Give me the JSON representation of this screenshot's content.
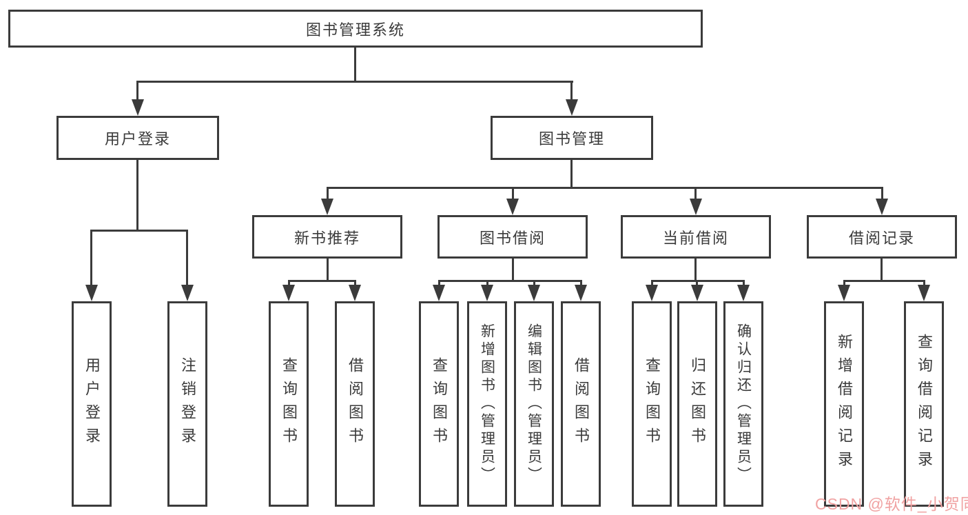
{
  "tree": {
    "label": "图书管理系统",
    "children": [
      {
        "label": "用户登录",
        "children": [
          {
            "label": "用户登录"
          },
          {
            "label": "注销登录"
          }
        ]
      },
      {
        "label": "图书管理",
        "children": [
          {
            "label": "新书推荐",
            "children": [
              {
                "label": "查询图书"
              },
              {
                "label": "借阅图书"
              }
            ]
          },
          {
            "label": "图书借阅",
            "children": [
              {
                "label": "查询图书"
              },
              {
                "label": "新增图书（管理员）"
              },
              {
                "label": "编辑图书（管理员）"
              },
              {
                "label": "借阅图书"
              }
            ]
          },
          {
            "label": "当前借阅",
            "children": [
              {
                "label": "查询图书"
              },
              {
                "label": "归还图书"
              },
              {
                "label": "确认归还（管理员）"
              }
            ]
          },
          {
            "label": "借阅记录",
            "children": [
              {
                "label": "新增借阅记录"
              },
              {
                "label": "查询借阅记录"
              }
            ]
          }
        ]
      }
    ]
  },
  "watermark": {
    "text": "CSDN @软件_小贺同学"
  },
  "colors": {
    "line": "#3b3b3b",
    "text": "#3a3a3a",
    "watermark": "#f0a2a2",
    "background": "#ffffff"
  }
}
